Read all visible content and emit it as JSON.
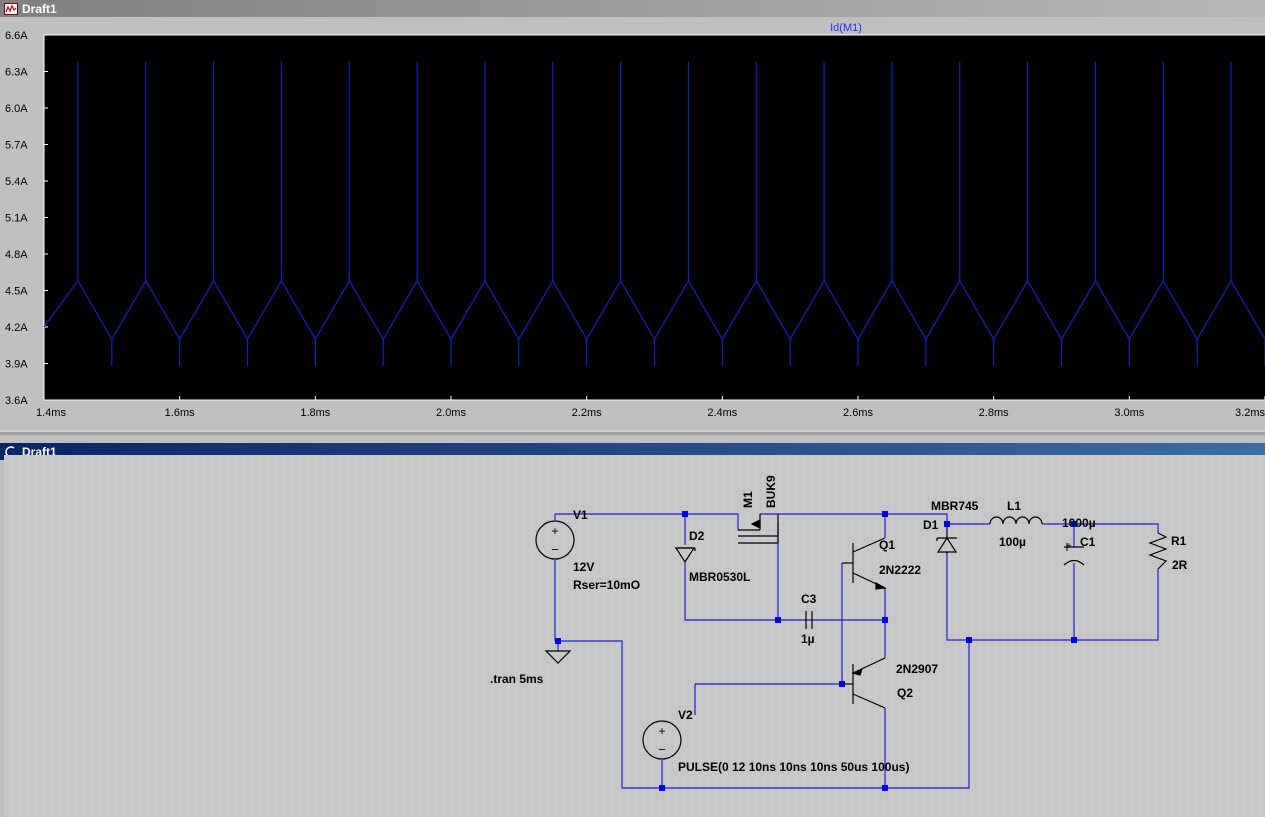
{
  "plot_window": {
    "title": "Draft1",
    "icon": "waveform-icon"
  },
  "schematic_window": {
    "title": "Draft1",
    "icon": "schematic-icon"
  },
  "chart_data": {
    "type": "line",
    "title": "Id(M1)",
    "xlabel": "",
    "ylabel": "",
    "xlim": [
      1.4,
      3.2
    ],
    "ylim": [
      3.6,
      6.6
    ],
    "x_unit": "ms",
    "y_unit": "A",
    "x_ticks": [
      "1.4ms",
      "1.6ms",
      "1.8ms",
      "2.0ms",
      "2.2ms",
      "2.4ms",
      "2.6ms",
      "2.8ms",
      "3.0ms",
      "3.2ms"
    ],
    "y_ticks": [
      "6.6A",
      "6.3A",
      "6.0A",
      "5.7A",
      "5.4A",
      "5.1A",
      "4.8A",
      "4.5A",
      "4.2A",
      "3.9A",
      "3.6A"
    ],
    "grid": false,
    "background": "#000000",
    "trace_color": "#0a24c8",
    "series": [
      {
        "name": "Id(M1)",
        "period_ms": 0.1,
        "first_peak_ms": 1.45,
        "peak_A": 4.58,
        "valley_A": 4.1,
        "spike_max_A": 6.38,
        "spike_min_A": 3.88,
        "x": [
          1.4,
          1.45,
          1.5,
          1.55,
          1.6,
          1.65,
          1.7,
          1.75,
          1.8,
          1.85,
          1.9,
          1.95,
          2.0,
          2.05,
          2.1,
          2.15,
          2.2,
          2.25,
          2.3,
          2.35,
          2.4,
          2.45,
          2.5,
          2.55,
          2.6,
          2.65,
          2.7,
          2.75,
          2.8,
          2.85,
          2.9,
          2.95,
          3.0,
          3.05,
          3.1,
          3.15,
          3.2
        ],
        "y": [
          4.2,
          4.58,
          4.1,
          4.58,
          4.1,
          4.58,
          4.1,
          4.58,
          4.1,
          4.58,
          4.1,
          4.58,
          4.1,
          4.58,
          4.1,
          4.58,
          4.1,
          4.58,
          4.1,
          4.58,
          4.1,
          4.58,
          4.1,
          4.58,
          4.1,
          4.58,
          4.1,
          4.58,
          4.1,
          4.58,
          4.1,
          4.58,
          4.1,
          4.58,
          4.1,
          4.58,
          4.1
        ]
      }
    ]
  },
  "schematic": {
    "components": {
      "V1": {
        "name": "V1",
        "value": "12V",
        "param": "Rser=10mO"
      },
      "V2": {
        "name": "V2",
        "value": "PULSE(0 12 10ns 10ns 10ns 50us 100us)"
      },
      "M1": {
        "name": "M1",
        "model": "BUK9"
      },
      "D2": {
        "name": "D2",
        "model": "MBR0530L"
      },
      "D1": {
        "name": "D1",
        "model": "MBR745"
      },
      "Q1": {
        "name": "Q1",
        "model": "2N2222"
      },
      "Q2": {
        "name": "Q2",
        "model": "2N2907"
      },
      "C3": {
        "name": "C3",
        "value": "1µ"
      },
      "C1": {
        "name": "C1",
        "value": "1000µ"
      },
      "L1": {
        "name": "L1",
        "value": "100µ"
      },
      "R1": {
        "name": "R1",
        "value": "2R"
      }
    },
    "directive": ".tran 5ms",
    "wire_color": "#1f1fd8",
    "junction_color": "#0000ff"
  }
}
